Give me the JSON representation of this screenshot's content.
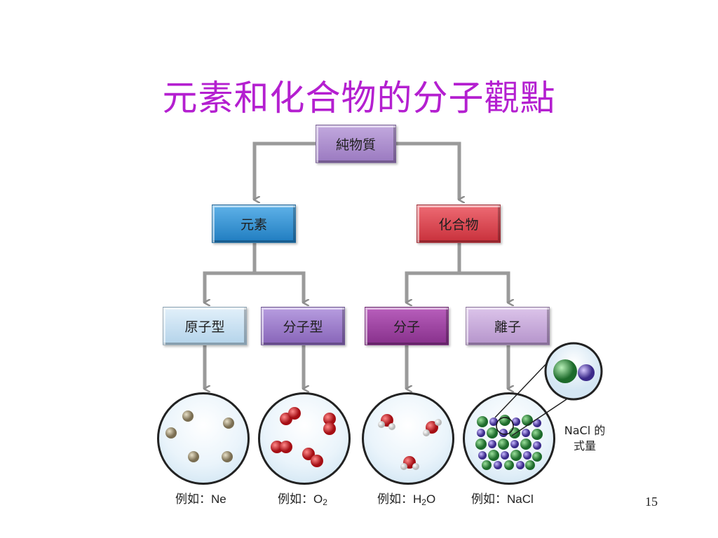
{
  "title": "元素和化合物的分子觀點",
  "nodes": {
    "pure": "純物質",
    "element": "元素",
    "compound": "化合物",
    "atomic": "原子型",
    "molecular": "分子型",
    "molecule": "分子",
    "ionic": "離子"
  },
  "examples": {
    "prefix": "例如：",
    "ne": "Ne",
    "o2_base": "O",
    "o2_sub": "2",
    "h2o_a": "H",
    "h2o_sub": "2",
    "h2o_b": "O",
    "nacl": "NaCl"
  },
  "formula_note": {
    "line1": "NaCl 的",
    "line2": "式量"
  },
  "page_number": "15",
  "colors": {
    "title": "#b41fd0",
    "arrow": "#9a9a9a",
    "pure": "#a98bc8",
    "element": "#2e8fd1",
    "compound": "#d9434f",
    "atomic": "#c5def0",
    "molecular": "#9b7cc7",
    "molecule": "#9a3f9e",
    "ionic": "#c6a6d8"
  }
}
